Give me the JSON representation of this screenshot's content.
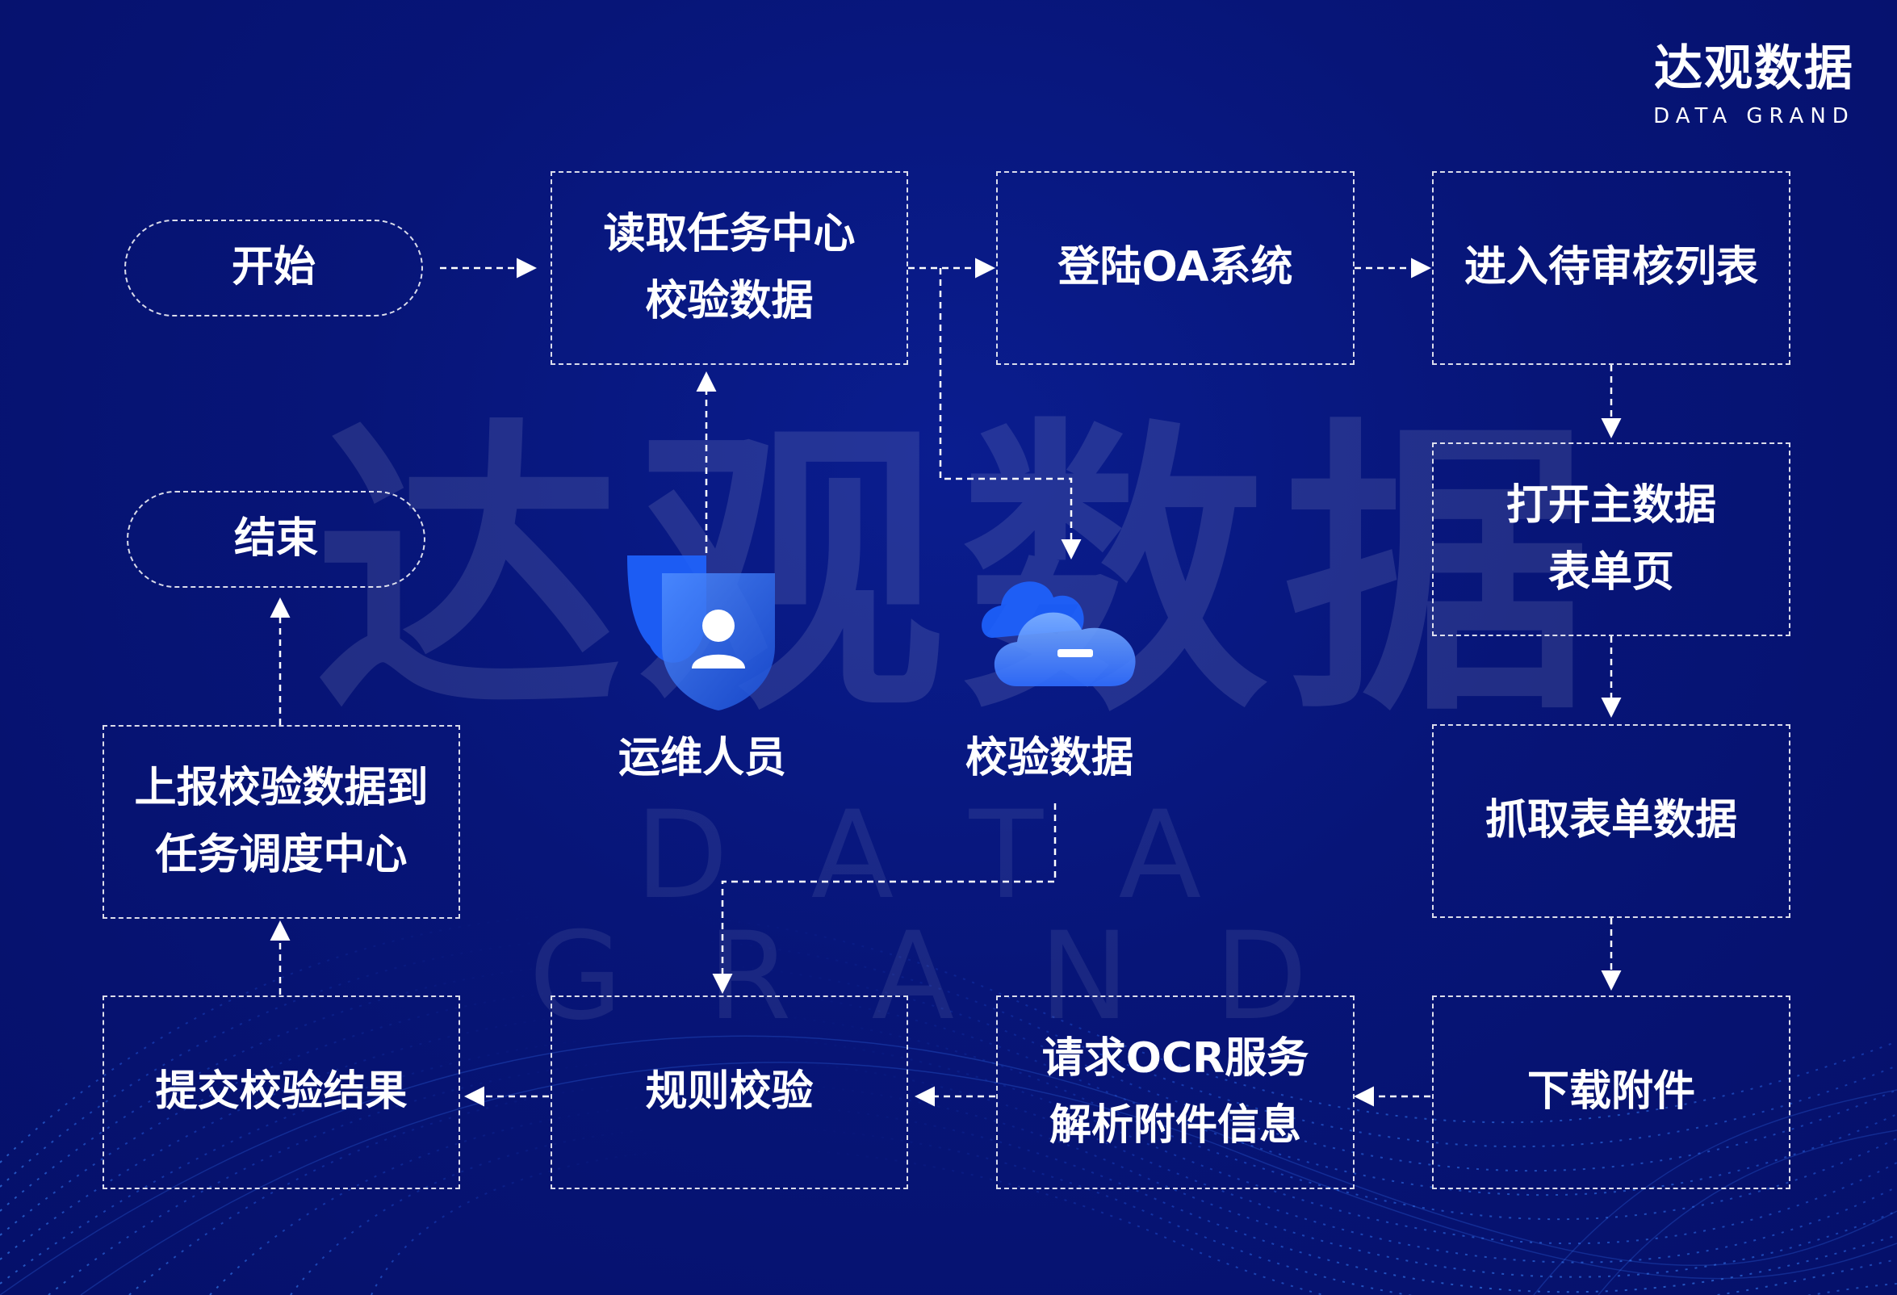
{
  "logo": {
    "cn": "达观数据",
    "en": "DATA GRAND"
  },
  "watermark": {
    "cn": "达观数据",
    "en": "DATA GRAND"
  },
  "nodes": {
    "start": "开始",
    "end": "结束",
    "read_task": "读取任务中心\n校验数据",
    "login_oa": "登陆OA系统",
    "enter_list": "进入待审核列表",
    "open_form": "打开主数据\n表单页",
    "grab_form": "抓取表单数据",
    "download": "下载附件",
    "ocr": "请求OCR服务\n解析附件信息",
    "rule_check": "规则校验",
    "submit": "提交校验结果",
    "report": "上报校验数据到\n任务调度中心"
  },
  "icons": {
    "operator": {
      "label": "运维人员",
      "icon": "user-shield-icon"
    },
    "check_data": {
      "label": "校验数据",
      "icon": "cloud-icon"
    }
  },
  "colors": {
    "background": "#071578",
    "accent": "#2a7dff"
  }
}
